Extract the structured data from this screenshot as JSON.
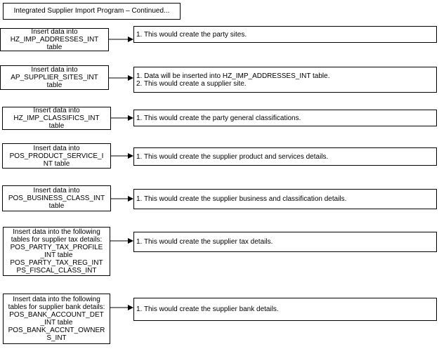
{
  "title": "Integrated Supplier Import Program – Continued...",
  "rows": [
    {
      "left": [
        "Insert data into",
        "HZ_IMP_ADDRESSES_INT",
        "table"
      ],
      "right": [
        "1. This would create the party sites."
      ]
    },
    {
      "left": [
        "Insert data into",
        "AP_SUPPLIER_SITES_INT",
        "table"
      ],
      "right": [
        "1. Data will be inserted into HZ_IMP_ADDRESSES_INT table.",
        "2. This would create a supplier site."
      ]
    },
    {
      "left": [
        "Insert data into",
        "HZ_IMP_CLASSIFICS_INT",
        "table"
      ],
      "right": [
        "1. This would create the party general classifications."
      ]
    },
    {
      "left": [
        "Insert data into",
        "POS_PRODUCT_SERVICE_I",
        "NT table"
      ],
      "right": [
        "1. This would create the supplier product and services details."
      ]
    },
    {
      "left": [
        "Insert data into",
        "POS_BUSINESS_CLASS_INT",
        "table"
      ],
      "right": [
        "1. This would create the supplier business and classification details."
      ]
    },
    {
      "left": [
        "Insert data into the following",
        "tables for supplier tax details:",
        "POS_PARTY_TAX_PROFILE",
        "_INT table",
        "POS_PARTY_TAX_REG_INT",
        "PS_FISCAL_CLASS_INT"
      ],
      "right": [
        "1. This would create the supplier tax details."
      ]
    },
    {
      "left": [
        "Insert data into the following",
        "tables for supplier bank details:",
        "POS_BANK_ACCOUNT_DET",
        "_INT table",
        "POS_BANK_ACCNT_OWNER",
        "S_INT"
      ],
      "right": [
        "1. This would create the supplier bank details."
      ]
    }
  ]
}
